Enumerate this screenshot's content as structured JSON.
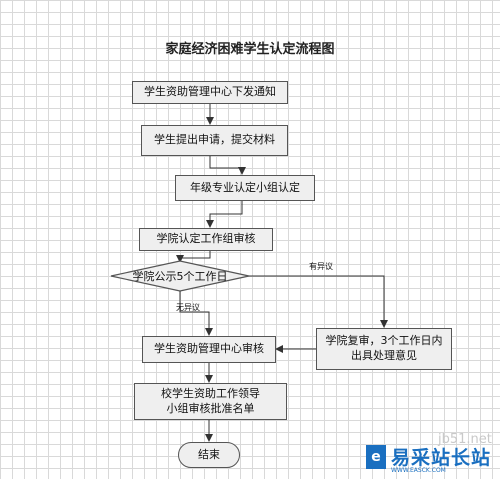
{
  "title": "家庭经济困难学生认定流程图",
  "nodes": {
    "step1": "学生资助管理中心下发通知",
    "step2": "学生提出申请，提交材料",
    "step3": "年级专业认定小组认定",
    "step4": "学院认定工作组审核",
    "decision": "学院公示5个工作日",
    "review_line1": "学院复审，3个工作日内",
    "review_line2": "出具处理意见",
    "center_review": "学生资助管理中心审核",
    "leader_line1": "校学生资助工作领导",
    "leader_line2": "小组审核批准名单",
    "end": "结束"
  },
  "edge_labels": {
    "has_objection": "有异议",
    "no_objection": "无异议"
  },
  "watermark": {
    "icon": "e",
    "title": "易采站长站",
    "url": "WWW.EASCK.COM",
    "ghost": "jb51.net"
  }
}
